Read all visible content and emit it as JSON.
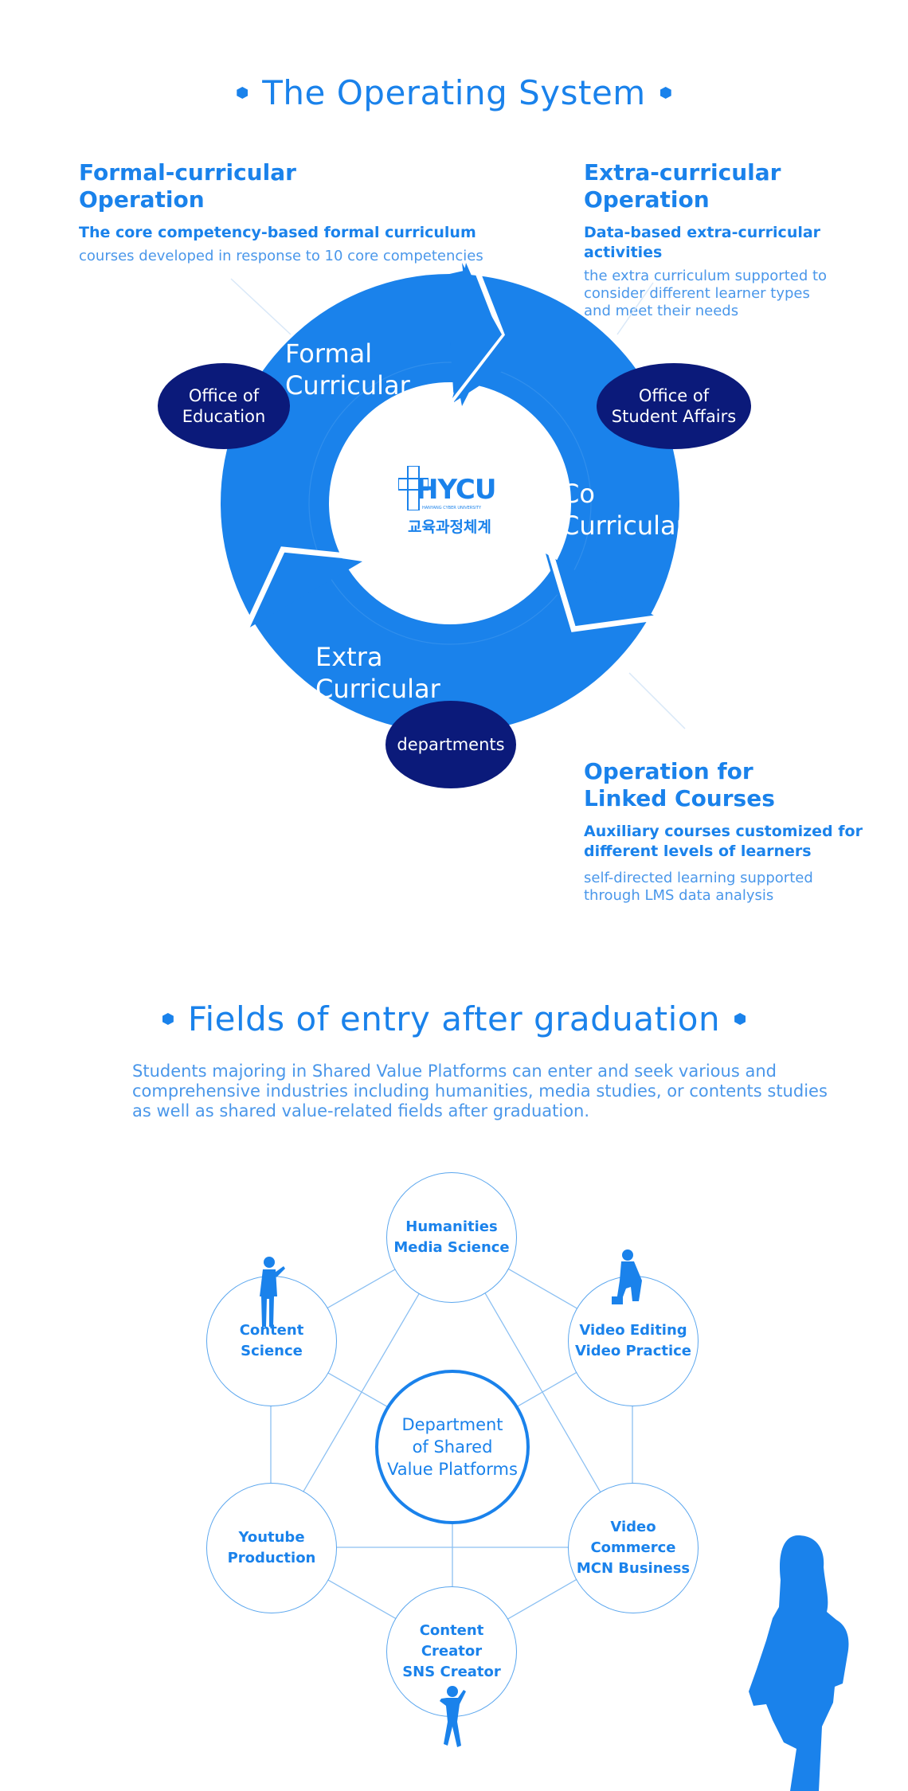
{
  "operating": {
    "title": "The Operating System",
    "formal": {
      "heading": "Formal-curricular\nOperation",
      "subheading": "The core competency-based formal curriculum",
      "desc": "courses developed in response to 10 core competencies"
    },
    "extra": {
      "heading": "Extra-curricular\nOperation",
      "subheading": "Data-based extra-curricular activities",
      "desc": "the extra curriculum supported to\nconsider different learner types\nand meet their needs"
    },
    "linked": {
      "heading": "Operation for\nLinked Courses",
      "subheading": "Auxiliary courses customized for\ndifferent levels of learners",
      "desc": "self-directed learning supported\nthrough LMS data analysis"
    },
    "ring_labels": {
      "formal": "Formal\nCurricular",
      "co": "Co\nCurricular",
      "extra": "Extra\nCurricular"
    },
    "offices": {
      "education": "Office of\nEducation",
      "student_affairs": "Office of\nStudent Affairs",
      "departments": "departments"
    },
    "logo": {
      "name": "HYCU",
      "university": "HANYANG CYBER UNIVERSITY",
      "korean": "교육과정체계"
    }
  },
  "fields": {
    "title": "Fields of entry after graduation",
    "intro": "Students majoring in Shared Value Platforms can enter and seek various and comprehensive industries including humanities, media studies, or contents studies as well as shared value-related fields after graduation.",
    "center": "Department\nof Shared\nValue Platforms",
    "nodes": {
      "humanities": "Humanities\nMedia Science",
      "content_science": "Content\nScience",
      "video_editing": "Video Editing\nVideo Practice",
      "youtube": "Youtube\nProduction",
      "commerce": "Video Commerce\nMCN Business",
      "creator": "Content Creator\nSNS Creator"
    }
  },
  "colors": {
    "primary": "#1a82eb",
    "navy": "#0b1a7a",
    "line": "#5aa6ee"
  },
  "icons": [
    "hexagon-bullet-icon",
    "person-presenting-icon",
    "person-with-camera-icon",
    "person-dancing-icon",
    "woman-silhouette-icon",
    "cycle-arrow-icon"
  ]
}
